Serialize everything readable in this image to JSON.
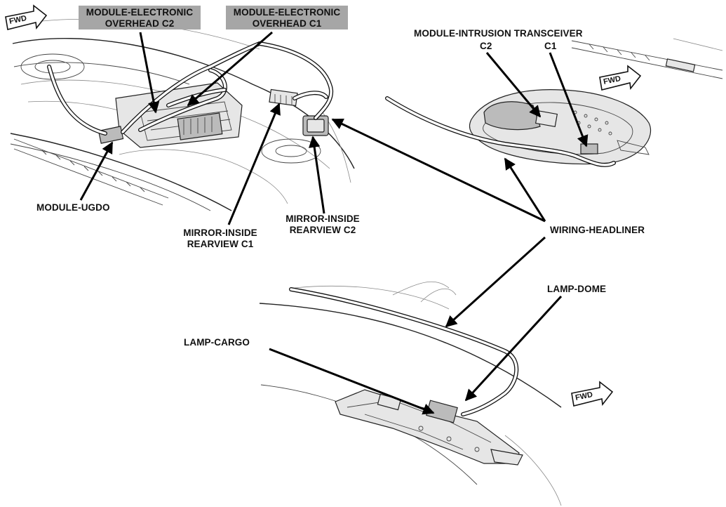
{
  "fwd_arrows": [
    "FWD",
    "FWD",
    "FWD"
  ],
  "labels": {
    "module_electronic_overhead_c2": [
      "MODULE-ELECTRONIC",
      "OVERHEAD C2"
    ],
    "module_electronic_overhead_c1": [
      "MODULE-ELECTRONIC",
      "OVERHEAD C1"
    ],
    "module_intrusion_transceiver": "MODULE-INTRUSION TRANSCEIVER",
    "intrusion_c2": "C2",
    "intrusion_c1": "C1",
    "module_ugdo": "MODULE-UGDO",
    "mirror_inside_rearview_c1": [
      "MIRROR-INSIDE",
      "REARVIEW C1"
    ],
    "mirror_inside_rearview_c2": [
      "MIRROR-INSIDE",
      "REARVIEW C2"
    ],
    "wiring_headliner": "WIRING-HEADLINER",
    "lamp_dome": "LAMP-DOME",
    "lamp_cargo": "LAMP-CARGO"
  },
  "colors": {
    "highlight_box": "#a6a6a6",
    "line": "#000000"
  }
}
